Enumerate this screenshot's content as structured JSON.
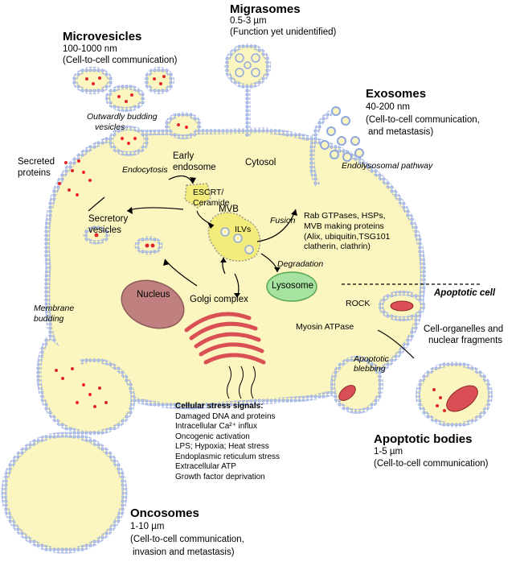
{
  "migrasomes": {
    "title": "Migrasomes",
    "size": "0.5-3 µm",
    "function": "(Function yet unidentified)"
  },
  "microvesicles": {
    "title": "Microvesicles",
    "size": "100-1000 nm",
    "function": "(Cell-to-cell communication)"
  },
  "exosomes": {
    "title": "Exosomes",
    "size": "40-200 nm",
    "function_line1": "(Cell-to-cell communication,",
    "function_line2": "and metastasis)"
  },
  "apoptotic_bodies": {
    "title": "Apoptotic bodies",
    "size": "1-5 µm",
    "function": "(Cell-to-cell communication)"
  },
  "oncosomes": {
    "title": "Oncosomes",
    "size": "1-10 µm",
    "function_line1": "(Cell-to-cell communication,",
    "function_line2": "invasion and metastasis)"
  },
  "labels": {
    "outward_budding_1": "Outwardly budding",
    "outward_budding_2": "vesicles",
    "secreted_proteins_1": "Secreted",
    "secreted_proteins_2": "proteins",
    "endocytosis": "Endocytosis",
    "early_endosome_1": "Early",
    "early_endosome_2": "endosome",
    "cytosol": "Cytosol",
    "escrt_1": "ESCRT/",
    "escrt_2": "Ceramide",
    "mvb": "MVB",
    "ilvs": "ILVs",
    "fusion": "Fusion",
    "endolysosomal": "Endolysosomal pathway",
    "rab_1": "Rab GTPases, HSPs,",
    "rab_2": "MVB making proteins",
    "rab_3": "(Alix, ubiquitin,TSG101",
    "rab_4": "clatherin, clathrin)",
    "secretory_1": "Secretory",
    "secretory_2": "vesicles",
    "degradation": "Degradation",
    "lysosome": "Lysosome",
    "nucleus": "Nucleus",
    "golgi": "Golgi complex",
    "apoptotic_cell": "Apoptotic cell",
    "rock": "ROCK",
    "myosin": "Myosin ATPase",
    "organelles_1": "Cell-organelles and",
    "organelles_2": "nuclear fragments",
    "apoptotic_blebbing_1": "Apoptotic",
    "apoptotic_blebbing_2": "blebbing",
    "membrane_budding_1": "Membrane",
    "membrane_budding_2": "budding"
  },
  "stress": {
    "title": "Cellular stress signals:",
    "items": [
      "Damaged DNA and proteins",
      "Intracellular Ca²⁺ influx",
      "Oncogenic activation",
      "LPS; Hypoxia; Heat stress",
      "Endoplasmic reticulum stress",
      "Extracellular ATP",
      "Growth factor deprivation"
    ]
  },
  "colors": {
    "membrane": "#8fa8e0",
    "cytoplasm": "#fbf6bf",
    "cargo": "#e0262b",
    "nucleus": "#c08080",
    "golgi": "#d94f55",
    "lysosome": "#a6e3a0"
  }
}
